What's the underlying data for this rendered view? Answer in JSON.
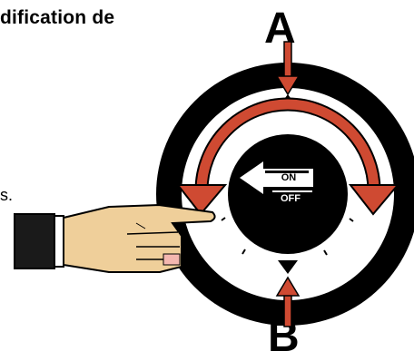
{
  "heading_fragment": "dification de",
  "side_text_fragment": "s.",
  "callouts": {
    "a": "A",
    "b": "B"
  },
  "dial": {
    "on_label": "ON",
    "off_label": "OFF"
  },
  "colors": {
    "ring": "#000000",
    "face": "#ffffff",
    "arrow": "#cf4a32",
    "arrow_outline": "#000000",
    "hand": "#efcf9a",
    "sleeve": "#1a1a1a"
  },
  "icons": [
    "pointer-arrow-a-icon",
    "pointer-arrow-b-icon",
    "rotation-arrow-icon",
    "hand-icon",
    "triangle-up-icon",
    "triangle-down-icon"
  ]
}
